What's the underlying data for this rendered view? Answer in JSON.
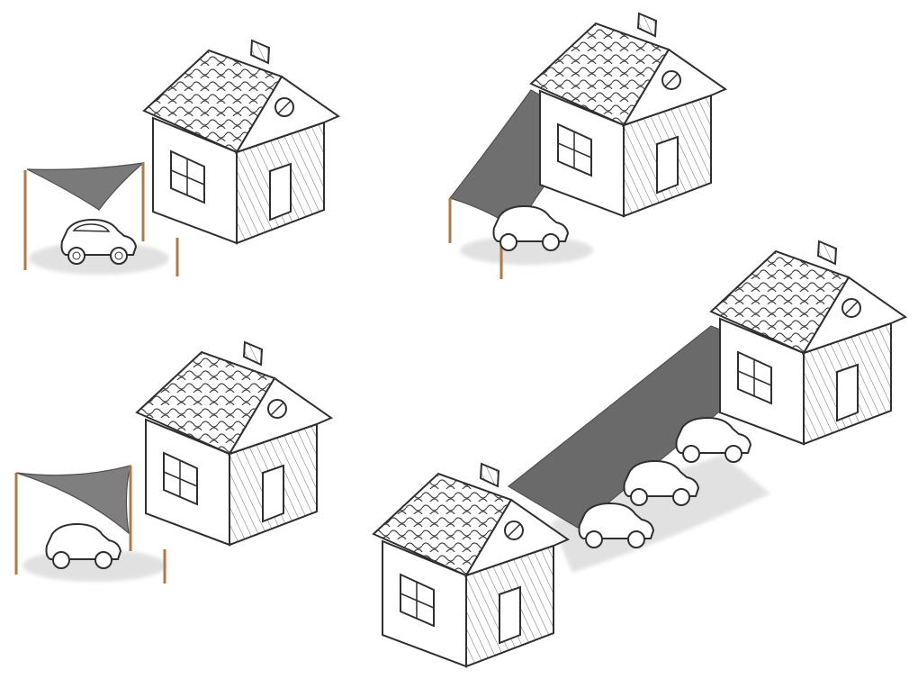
{
  "scene": {
    "panels": [
      {
        "id": "top-left-sail",
        "sail_color": "#7b7b7b"
      },
      {
        "id": "top-right-sail",
        "sail_color": "#6f6f6f"
      },
      {
        "id": "bottom-left-sail",
        "sail_color": "#7f7f7f"
      },
      {
        "id": "bottom-right-sail",
        "sail_color": "#6a6a6a"
      }
    ]
  },
  "colors": {
    "line": "#2f2f2f",
    "wall": "#ffffff",
    "sail": "#7a7a7a",
    "post": "#b07a46",
    "shadow": "#d9d9d9"
  }
}
